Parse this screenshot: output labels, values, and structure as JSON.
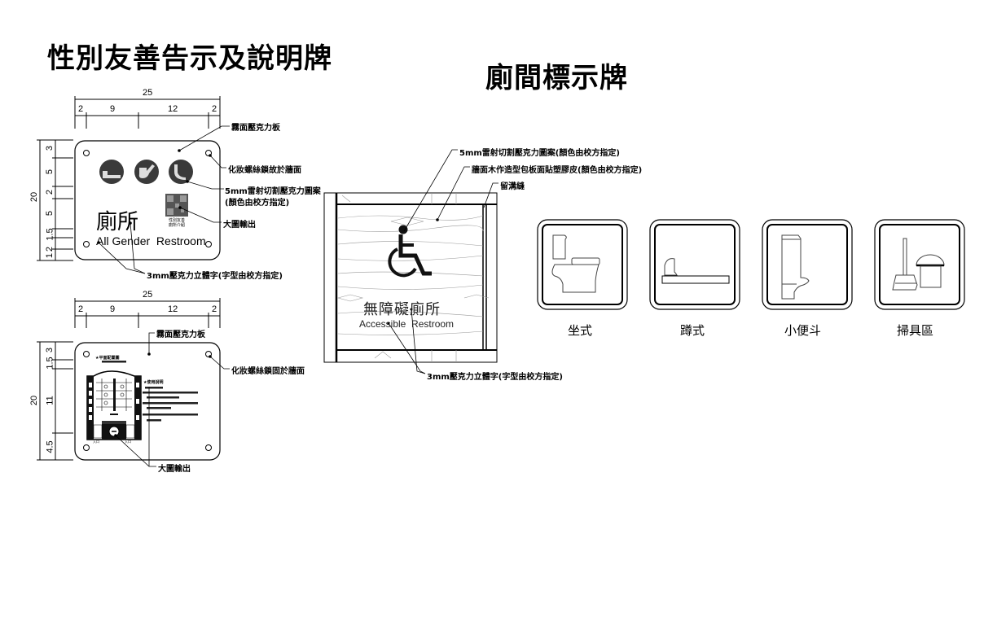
{
  "titles": {
    "left": "性別友善告示及說明牌",
    "right": "廁間標示牌"
  },
  "sign_front": {
    "dims_top": {
      "total": "25",
      "segments": [
        "2",
        "9",
        "12",
        "2"
      ]
    },
    "dims_left": {
      "total": "20",
      "segments": [
        "3",
        "5",
        "2",
        "5",
        "1.5",
        "2",
        "1"
      ]
    },
    "chinese_text": "廁所",
    "english_text": "All Gender  Restroom",
    "qr_caption_line1": "性別友善",
    "qr_caption_line2": "廁所介紹",
    "icons": [
      "seated-toilet-icon",
      "squat-toilet-icon",
      "urinal-icon"
    ],
    "annotations": {
      "panel": "霧面壓克力板",
      "screw": "化妝螺絲鎖故於牆面",
      "laser": "5mm雷射切割壓克力圖案",
      "laser_note": "(顏色由校方指定)",
      "print": "大圖輸出",
      "letters": "3mm壓克力立體字(字型由校方指定)"
    }
  },
  "sign_back": {
    "dims_top": {
      "total": "25",
      "segments": [
        "2",
        "9",
        "12",
        "2"
      ]
    },
    "dims_left": {
      "total": "20",
      "segments": [
        "3",
        "1.5",
        "11",
        "4.5"
      ]
    },
    "plan_title": "★平面配置圖",
    "notes_title": "★使用說明",
    "entrance_label": "入口",
    "annotations": {
      "panel": "霧面壓克力板",
      "screw": "化妝螺絲鎖固於牆面",
      "print": "大圖輸出"
    }
  },
  "stall_sign": {
    "chinese_text": "無障礙廁所",
    "english_text": "Accessible  Restroom",
    "icon": "wheelchair-icon",
    "annotations": {
      "laser": "5mm雷射切割壓克力圖案(顏色由校方指定)",
      "wall": "牆面木作造型包板面貼塑膠皮(顏色由校方指定)",
      "groove": "留溝縫",
      "letters": "3mm壓克力立體字(字型由校方指定)"
    }
  },
  "stall_icons": [
    {
      "icon": "seated-toilet-icon",
      "label": "坐式"
    },
    {
      "icon": "squat-toilet-icon",
      "label": "蹲式"
    },
    {
      "icon": "urinal-icon",
      "label": "小便斗"
    },
    {
      "icon": "cleaning-tools-icon",
      "label": "掃具區"
    }
  ]
}
